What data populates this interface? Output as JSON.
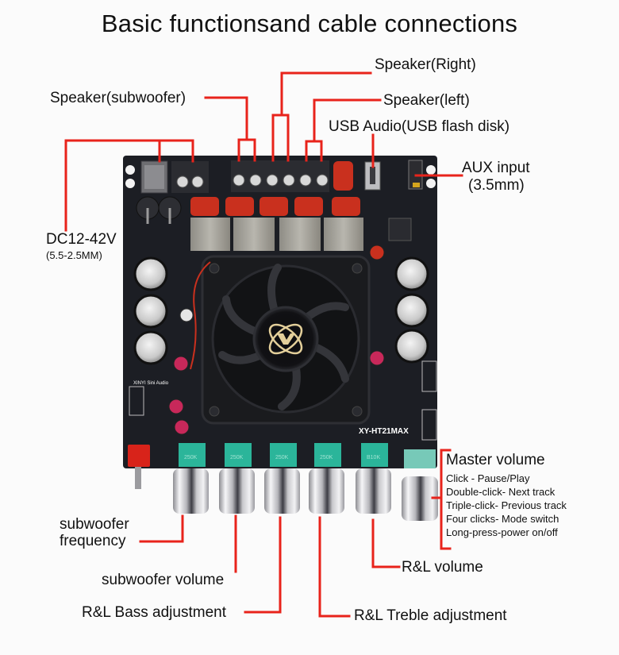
{
  "title": "Basic functionsand cable connections",
  "labels": {
    "speaker_right": "Speaker(Right)",
    "speaker_subwoofer": "Speaker(subwoofer)",
    "speaker_left": "Speaker(left)",
    "usb_audio": "USB Audio(USB flash disk)",
    "aux_input": "AUX input",
    "aux_size": "(3.5mm)",
    "dc_power": "DC12-42V",
    "dc_jack": "(5.5-2.5MM)",
    "subwoofer_frequency_line1": "subwoofer",
    "subwoofer_frequency_line2": "frequency",
    "subwoofer_volume": "subwoofer volume",
    "rl_bass": "R&L Bass adjustment",
    "rl_treble": "R&L Treble adjustment",
    "rl_volume": "R&L volume",
    "master_volume": "Master volume"
  },
  "master_volume_functions": [
    "Click - Pause/Play",
    "Double-click- Next track",
    "Triple-click- Previous track",
    "Four clicks- Mode switch",
    "Long-press-power on/off"
  ],
  "board": {
    "model": "XY-HT21MAX",
    "brand": "XINYI Sini Audio",
    "pot_values": [
      "250K",
      "250K",
      "250K",
      "250K",
      "B10K"
    ]
  },
  "colors": {
    "callout": "#e8231b",
    "pcb": "#1c1e24",
    "pot": "#2bb59a",
    "capacitor": "#c9301e",
    "knob": "#d9d9dc"
  }
}
